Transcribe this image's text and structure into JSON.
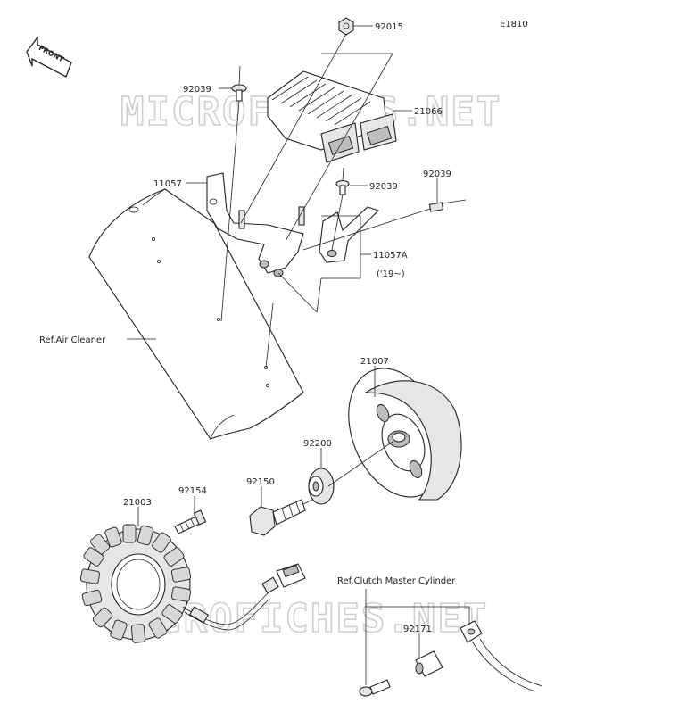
{
  "diagram_code": "E1810",
  "front_label": "FRONT",
  "watermarks": [
    "MICROFICHES.NET",
    "MICROFICHES.NET"
  ],
  "parts": {
    "p92015": "92015",
    "p92039_top": "92039",
    "p21066": "21066",
    "p11057": "11057",
    "p92039_mid": "92039",
    "p92039_right": "92039",
    "p11057A": "11057A",
    "p11057A_note": "('19~)",
    "ref_air_cleaner": "Ref.Air Cleaner",
    "p21007": "21007",
    "p92200": "92200",
    "p92150": "92150",
    "p92154": "92154",
    "p21003": "21003",
    "ref_clutch": "Ref.Clutch Master Cylinder",
    "p92171": "92171"
  }
}
